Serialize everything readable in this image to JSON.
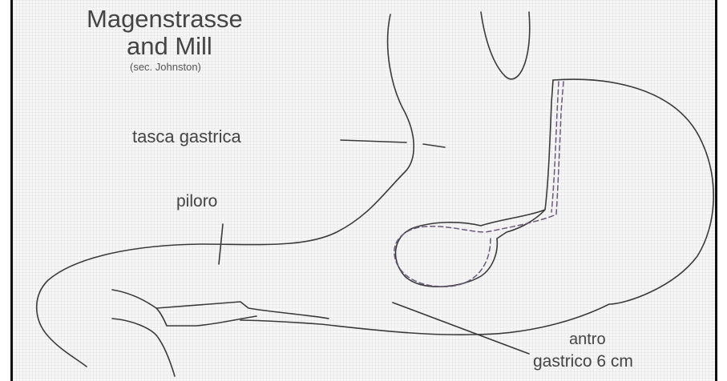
{
  "diagram": {
    "title_line1": "Magenstrasse",
    "title_line2": "and Mill",
    "subtitle": "(sec. Johnston)",
    "labels": {
      "tasca": "tasca gastrica",
      "piloro": "piloro",
      "antro_line1": "antro",
      "antro_line2": "gastrico 6 cm"
    },
    "colors": {
      "outline": "#3a3a3a",
      "dashed": "#6a5a78",
      "border": "#111111",
      "background": "#f7f7f7"
    }
  }
}
